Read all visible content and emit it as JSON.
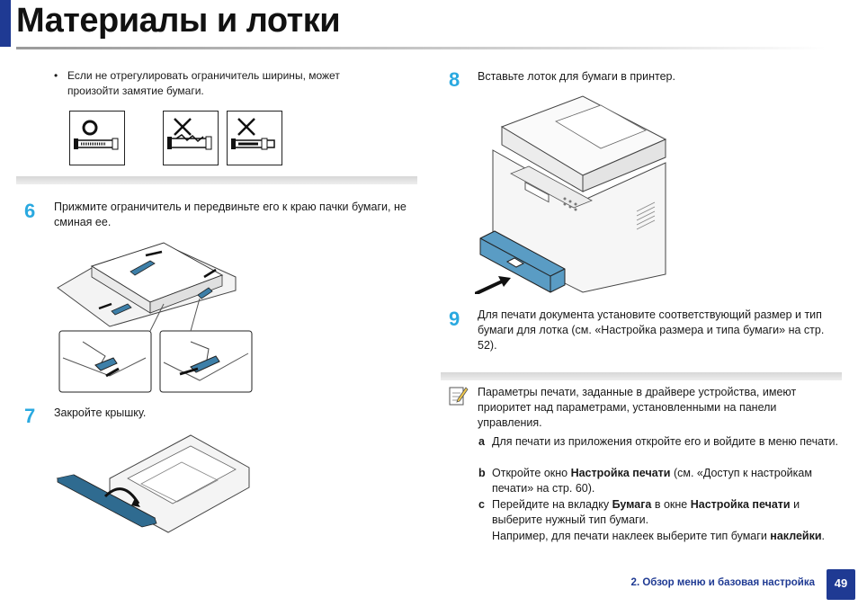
{
  "header": {
    "title": "Материалы и лотки"
  },
  "left": {
    "bullet_glyph": "•",
    "bullet_text": "Если не отрегулировать ограничитель ширины, может произойти замятие бумаги.",
    "step6": {
      "num": "6",
      "text": "Прижмите ограничитель и передвиньте его к краю пачки бумаги, не сминая ее."
    },
    "step7": {
      "num": "7",
      "text": "Закройте крышку."
    }
  },
  "right": {
    "step8": {
      "num": "8",
      "text": "Вставьте лоток для бумаги в принтер."
    },
    "step9": {
      "num": "9",
      "text": "Для печати документа установите соответствующий размер и тип бумаги для лотка (см. «Настройка размера и типа бумаги» на стр. 52)."
    },
    "note": {
      "intro": "Параметры печати, заданные в драйвере устройства, имеют приоритет над параметрами, установленными на панели управления.",
      "a": {
        "label": "a",
        "text": "Для печати из приложения откройте его и войдите в меню печати."
      },
      "b": {
        "label": "b",
        "pre": "Откройте окно ",
        "bold": "Настройка печати",
        "post": " (см. «Доступ к настройкам печати» на стр. 60)."
      },
      "c": {
        "label": "c",
        "pre": "Перейдите на вкладку ",
        "bold1": "Бумага",
        "mid": " в окне ",
        "bold2": "Настройка печати",
        "post": " и выберите нужный тип бумаги."
      },
      "example": {
        "pre": "Например, для печати наклеек выберите тип бумаги ",
        "bold": "наклейки",
        "post": "."
      }
    }
  },
  "footer": {
    "chapter": "2. Обзор меню и базовая настройка",
    "page": "49"
  },
  "colors": {
    "accent": "#1f3a93",
    "step_number": "#2aa9e0",
    "guide_blue": "#3d7fa8"
  }
}
